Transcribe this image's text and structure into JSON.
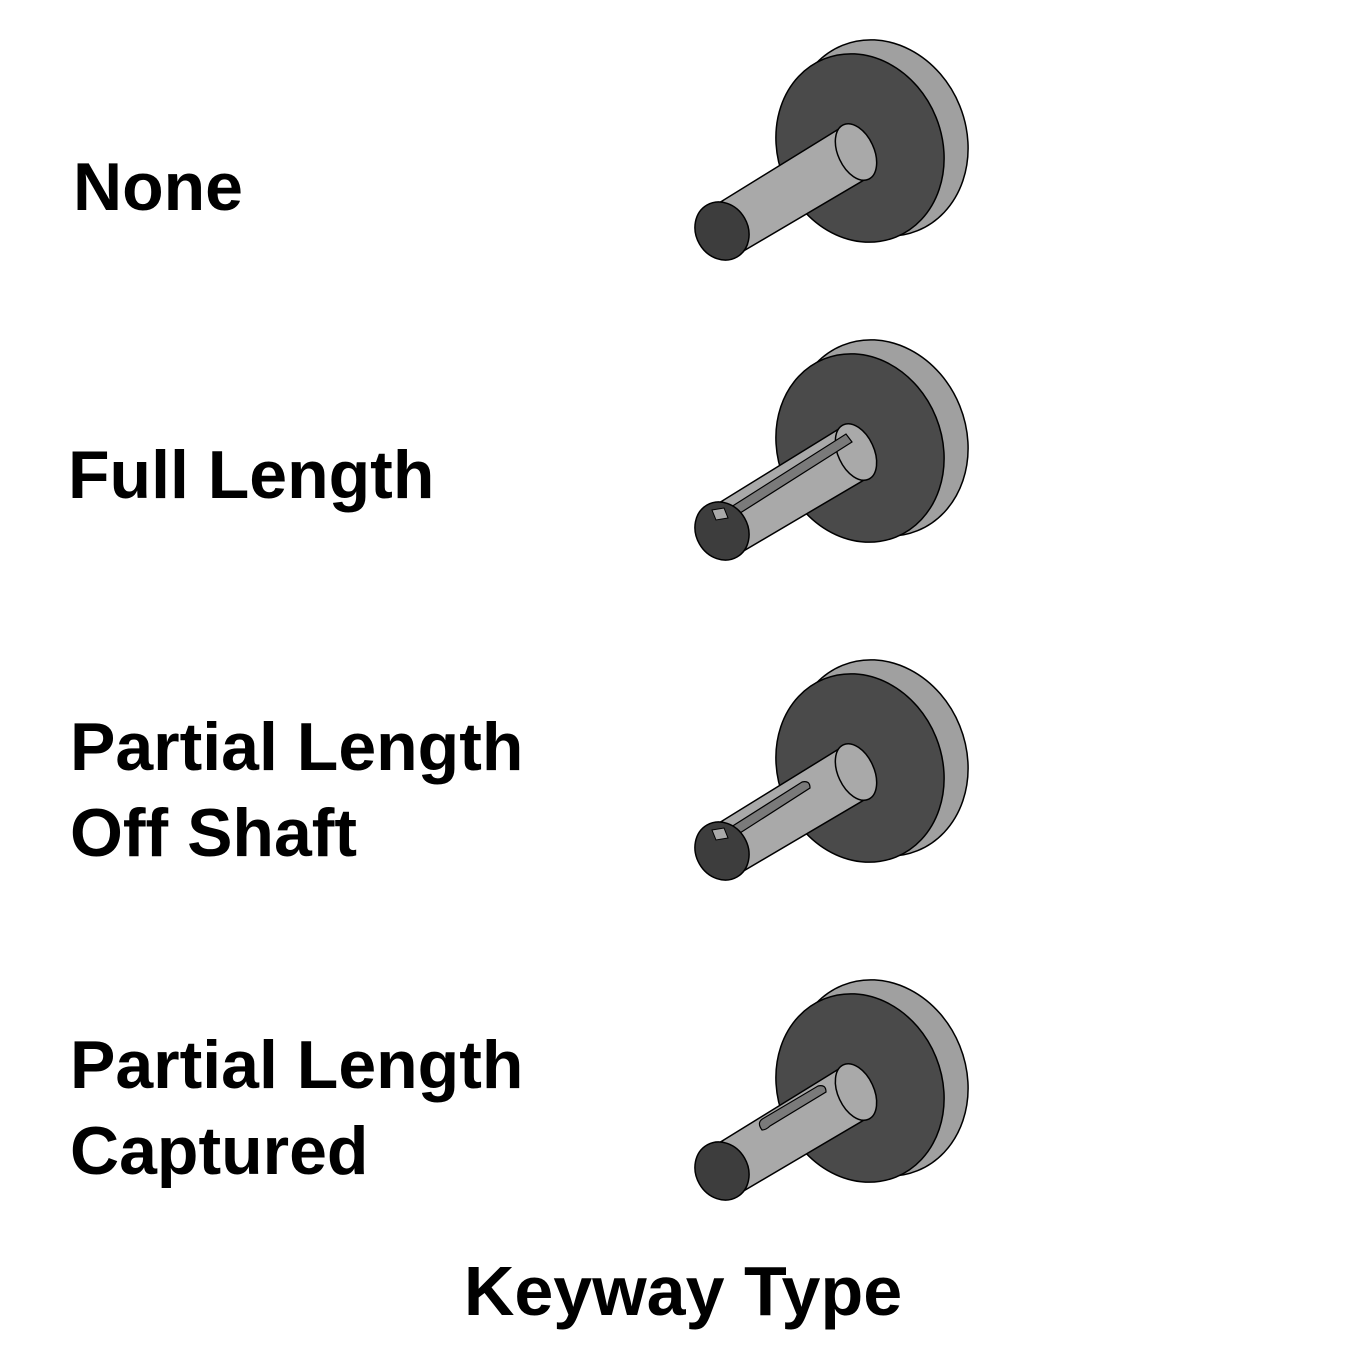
{
  "rows": [
    {
      "lines": [
        "None"
      ],
      "keyway": "none"
    },
    {
      "lines": [
        "Full Length"
      ],
      "keyway": "full"
    },
    {
      "lines": [
        "Partial Length",
        "Off Shaft"
      ],
      "keyway": "partial-off"
    },
    {
      "lines": [
        "Partial Length",
        "Captured"
      ],
      "keyway": "partial-captured"
    }
  ],
  "caption": "Keyway Type",
  "colors": {
    "flange_side": "#9a9a9a",
    "flange_face": "#4a4a4a",
    "shaft": "#a8a8a8",
    "shaft_end": "#3d3d3d",
    "outline": "#000000"
  }
}
